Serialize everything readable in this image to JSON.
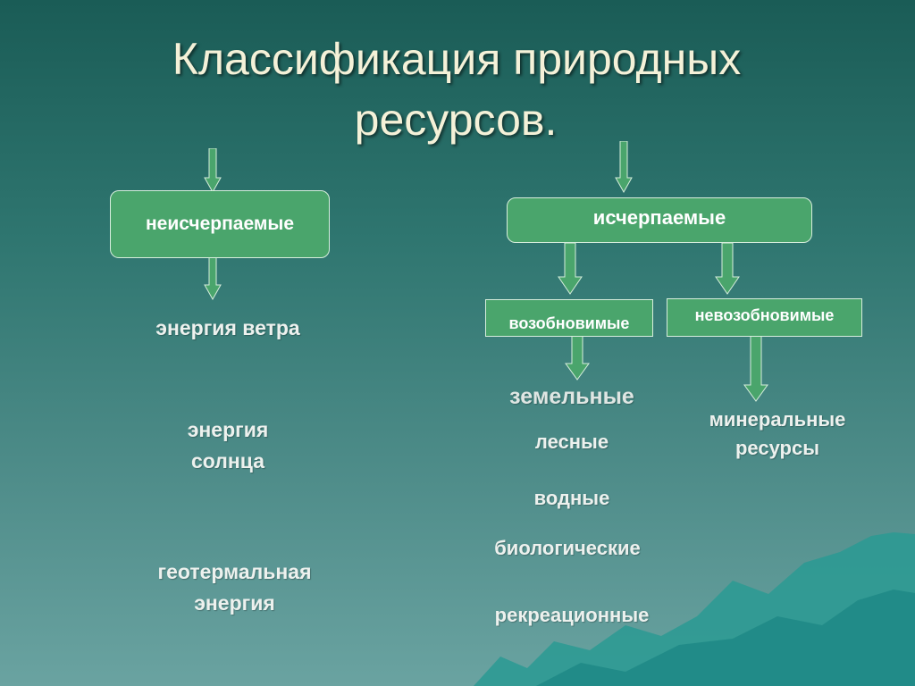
{
  "title": {
    "line1": "Классификация природных",
    "line2": "ресурсов."
  },
  "nodes": {
    "inexhaustible": "неисчерпаемые",
    "exhaustible": "исчерпаемые",
    "renewable": "возобновимые",
    "nonrenewable": "невозобновимые"
  },
  "inexhaustible_items": [
    "энергия ветра",
    "энергия",
    "солнца",
    "геотермальная",
    "энергия"
  ],
  "renewable_items": [
    "земельные",
    "лесные",
    "водные",
    "биологические",
    "рекреационные"
  ],
  "nonrenewable_items": [
    "минеральные",
    "ресурсы"
  ],
  "colors": {
    "box_fill": "#4aa56c",
    "text": "#edf1ee",
    "title": "#f4f1d8"
  }
}
